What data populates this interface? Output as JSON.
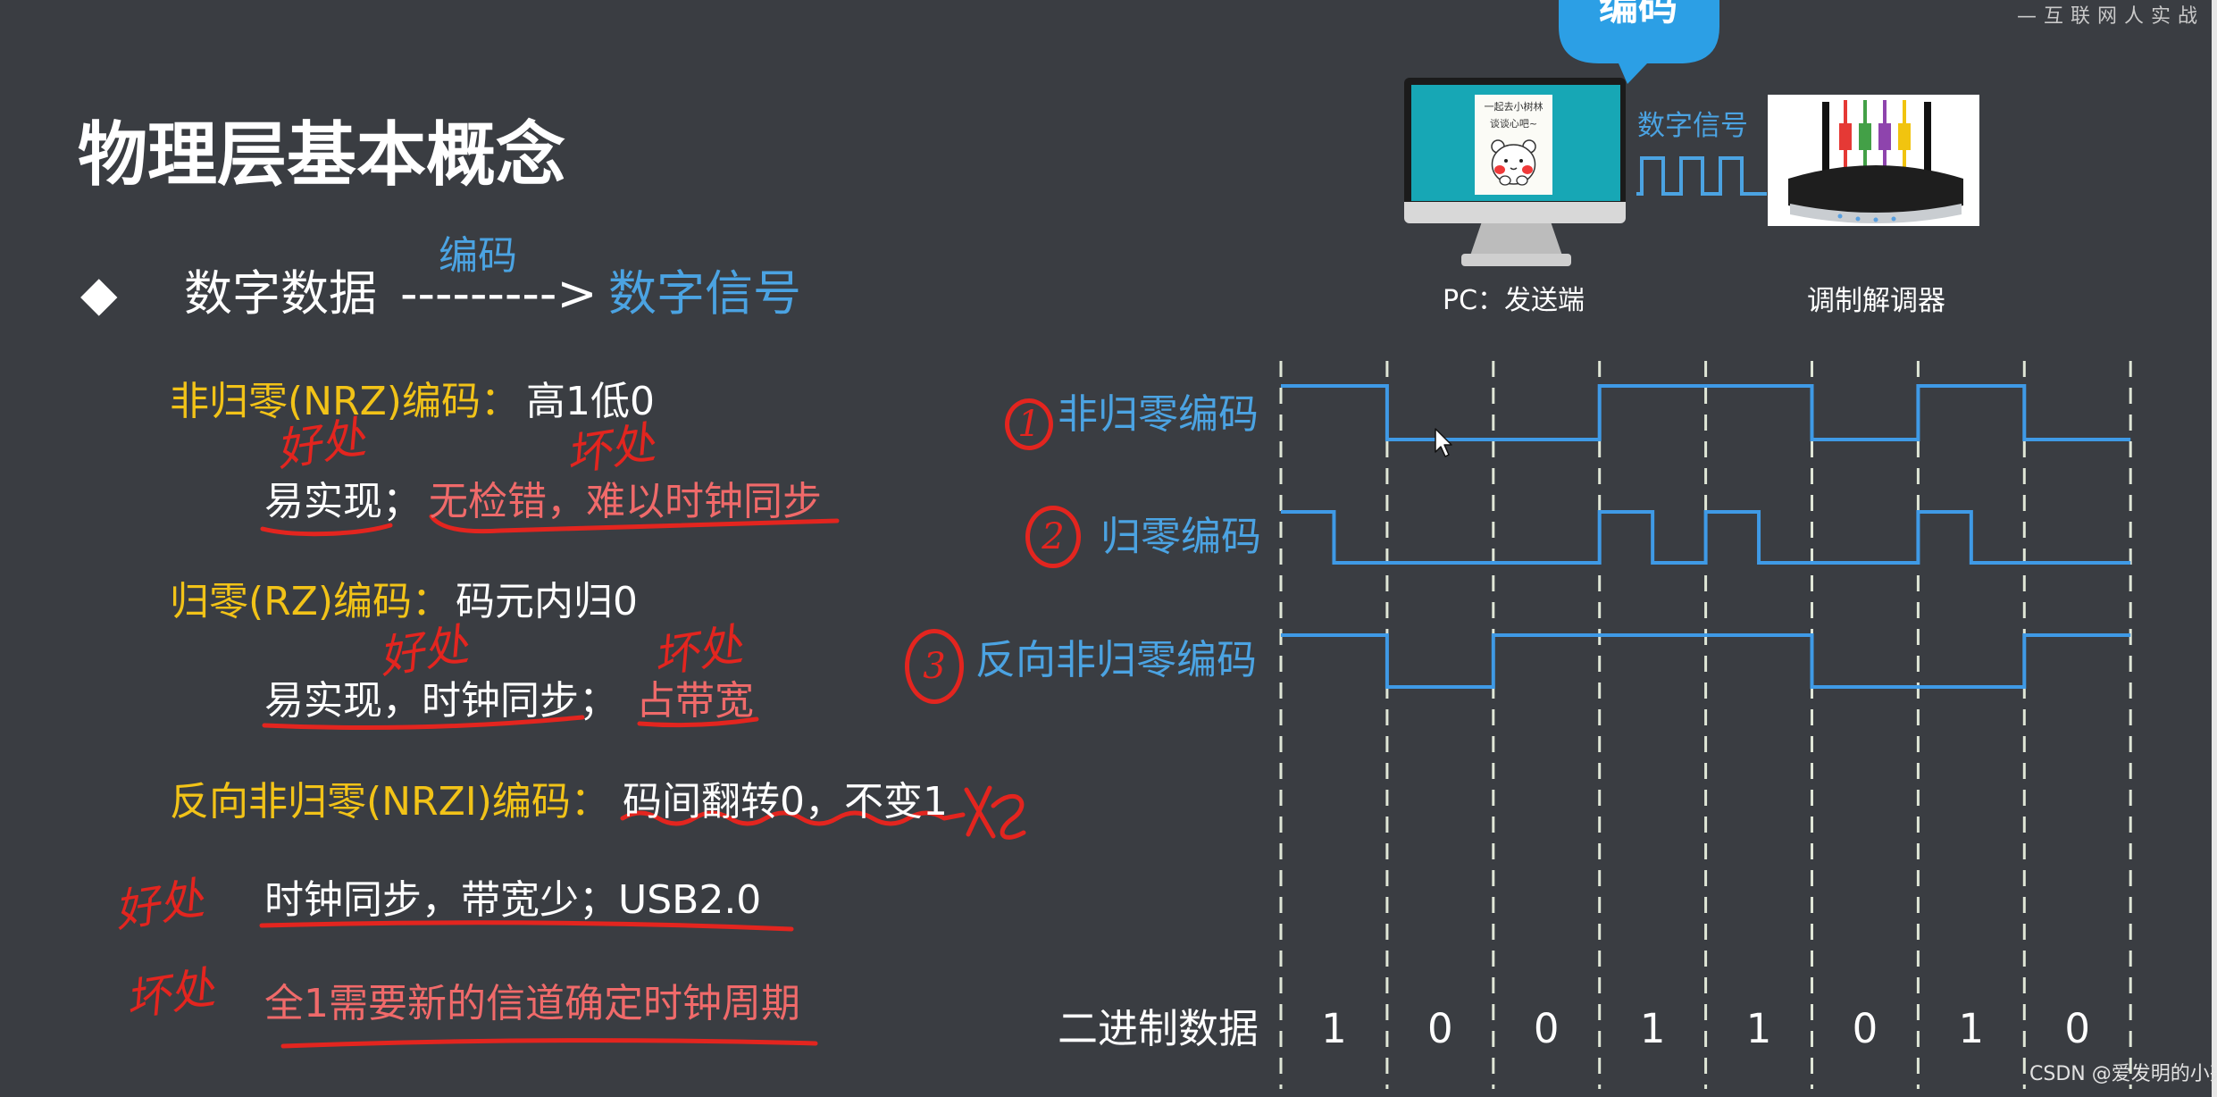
{
  "header": {
    "brand": "—互联网人实战",
    "bubble_label": "编码"
  },
  "title": "物理层基本概念",
  "summary": {
    "marker": "◆",
    "from": "数字数据",
    "arrow": "--------->",
    "arrow_label": "编码",
    "to": "数字信号"
  },
  "encodings": [
    {
      "label": "非归零(NRZ)编码：",
      "rule": "高1低0",
      "pro": "易实现；",
      "con": "无检错，难以时钟同步"
    },
    {
      "label": "归零(RZ)编码：",
      "rule": "码元内归0",
      "pro": "易实现，时钟同步；",
      "con": "占带宽"
    },
    {
      "label": "反向非归零(NRZI)编码：",
      "rule": "码间翻转0，不变1",
      "pro": "时钟同步，带宽少；USB2.0",
      "con": "全1需要新的信道确定时钟周期"
    }
  ],
  "annotations": {
    "good": "好处",
    "bad": "坏处"
  },
  "diagram": {
    "pc": {
      "label": "PC：发送端",
      "screen_text": [
        "一起去小树林",
        "谈谈心吧~"
      ]
    },
    "signal_label": "数字信号",
    "modem_label": "调制解调器",
    "waveforms": [
      {
        "number": "1",
        "label": "非归零编码",
        "levels": [
          1,
          1,
          0,
          0,
          0,
          0,
          1,
          1,
          1,
          1,
          0,
          0,
          1,
          1,
          0,
          0
        ]
      },
      {
        "number": "2",
        "label": "归零编码",
        "levels": [
          1,
          0,
          0,
          0,
          0,
          0,
          1,
          0,
          1,
          0,
          0,
          0,
          1,
          0,
          0,
          0
        ]
      },
      {
        "number": "3",
        "label": "反向非归零编码",
        "levels": [
          1,
          1,
          0,
          0,
          1,
          1,
          1,
          1,
          1,
          1,
          0,
          0,
          0,
          0,
          1,
          1
        ]
      }
    ],
    "binary": {
      "label": "二进制数据",
      "bits": [
        "1",
        "0",
        "0",
        "1",
        "1",
        "0",
        "1",
        "0"
      ]
    }
  },
  "footer": {
    "watermark": "CSDN @爱发明的小兴"
  },
  "colors": {
    "background": "#3a3d42",
    "heading_yellow": "#f2c318",
    "accent_blue": "#4ba3e2",
    "con_red": "#f06a6a",
    "ink_red": "#e3251f",
    "wave_blue": "#3f9ae6"
  }
}
